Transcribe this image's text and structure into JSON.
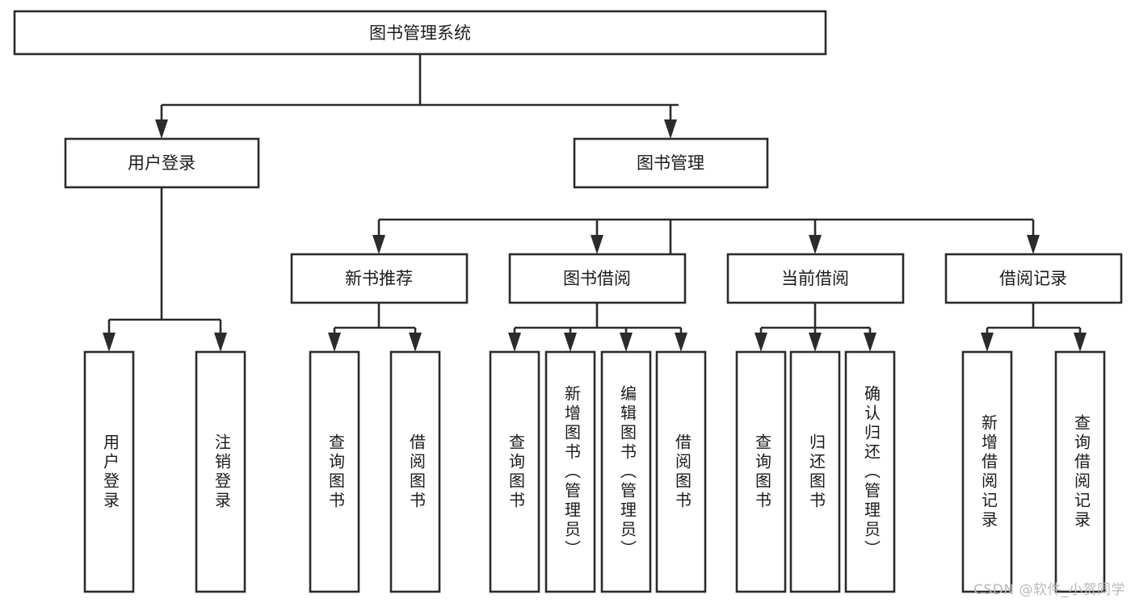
{
  "diagram": {
    "type": "tree-hierarchy",
    "title": "图书管理系统",
    "root": {
      "id": "root",
      "label": "图书管理系统"
    },
    "level2": [
      {
        "id": "user-login",
        "label": "用户登录"
      },
      {
        "id": "book-manage",
        "label": "图书管理"
      }
    ],
    "level3": [
      {
        "id": "new-book-recommend",
        "label": "新书推荐",
        "parent": "book-manage"
      },
      {
        "id": "book-borrow",
        "label": "图书借阅",
        "parent": "book-manage"
      },
      {
        "id": "current-borrow",
        "label": "当前借阅",
        "parent": "book-manage"
      },
      {
        "id": "borrow-record",
        "label": "借阅记录",
        "parent": "book-manage"
      }
    ],
    "leaves": {
      "user-login": [
        {
          "id": "leaf-user-login",
          "label": "用户登录"
        },
        {
          "id": "leaf-logout-login",
          "label": "注销登录"
        }
      ],
      "new-book-recommend": [
        {
          "id": "leaf-query-book-1",
          "label": "查询图书"
        },
        {
          "id": "leaf-borrow-book-1",
          "label": "借阅图书"
        }
      ],
      "book-borrow": [
        {
          "id": "leaf-query-book-2",
          "label": "查询图书"
        },
        {
          "id": "leaf-add-book",
          "label": "新增图书（管理员）"
        },
        {
          "id": "leaf-edit-book",
          "label": "编辑图书（管理员）"
        },
        {
          "id": "leaf-borrow-book-2",
          "label": "借阅图书"
        }
      ],
      "current-borrow": [
        {
          "id": "leaf-query-book-3",
          "label": "查询图书"
        },
        {
          "id": "leaf-return-book",
          "label": "归还图书"
        },
        {
          "id": "leaf-confirm-return",
          "label": "确认归还（管理员）"
        }
      ],
      "borrow-record": [
        {
          "id": "leaf-add-record",
          "label": "新增借阅记录"
        },
        {
          "id": "leaf-query-record",
          "label": "查询借阅记录"
        }
      ]
    },
    "colors": {
      "stroke": "#2b2b2b",
      "fill": "#ffffff",
      "text": "#1b1b1b",
      "watermark": "#b9b9b9"
    }
  },
  "watermark": {
    "text": "CSDN @软件_小贺同学"
  }
}
